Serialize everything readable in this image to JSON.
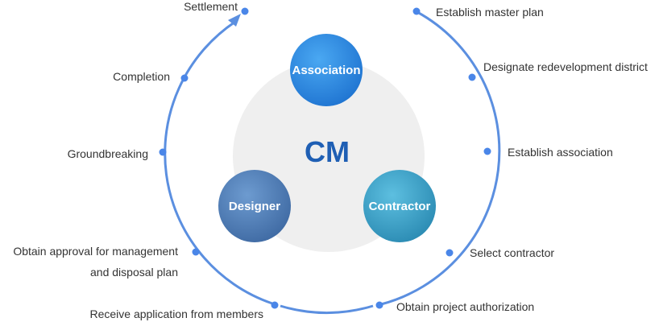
{
  "center": {
    "title": "CM"
  },
  "nodes": {
    "association": "Association",
    "designer": "Designer",
    "contractor": "Contractor"
  },
  "steps": [
    "Establish master plan",
    "Designate redevelopment district",
    "Establish association",
    "Select contractor",
    "Obtain project authorization",
    "Receive application from members",
    "Obtain approval for management and disposal plan",
    "Groundbreaking",
    "Completion",
    "Settlement"
  ],
  "colors": {
    "ring": "#5b8fe0",
    "dot": "#4a86e8",
    "center_text": "#1f5fb4",
    "background_circle": "#efefef",
    "association": "#2d86e0",
    "designer": "#4b7bb5",
    "contractor": "#3aa0c4"
  }
}
